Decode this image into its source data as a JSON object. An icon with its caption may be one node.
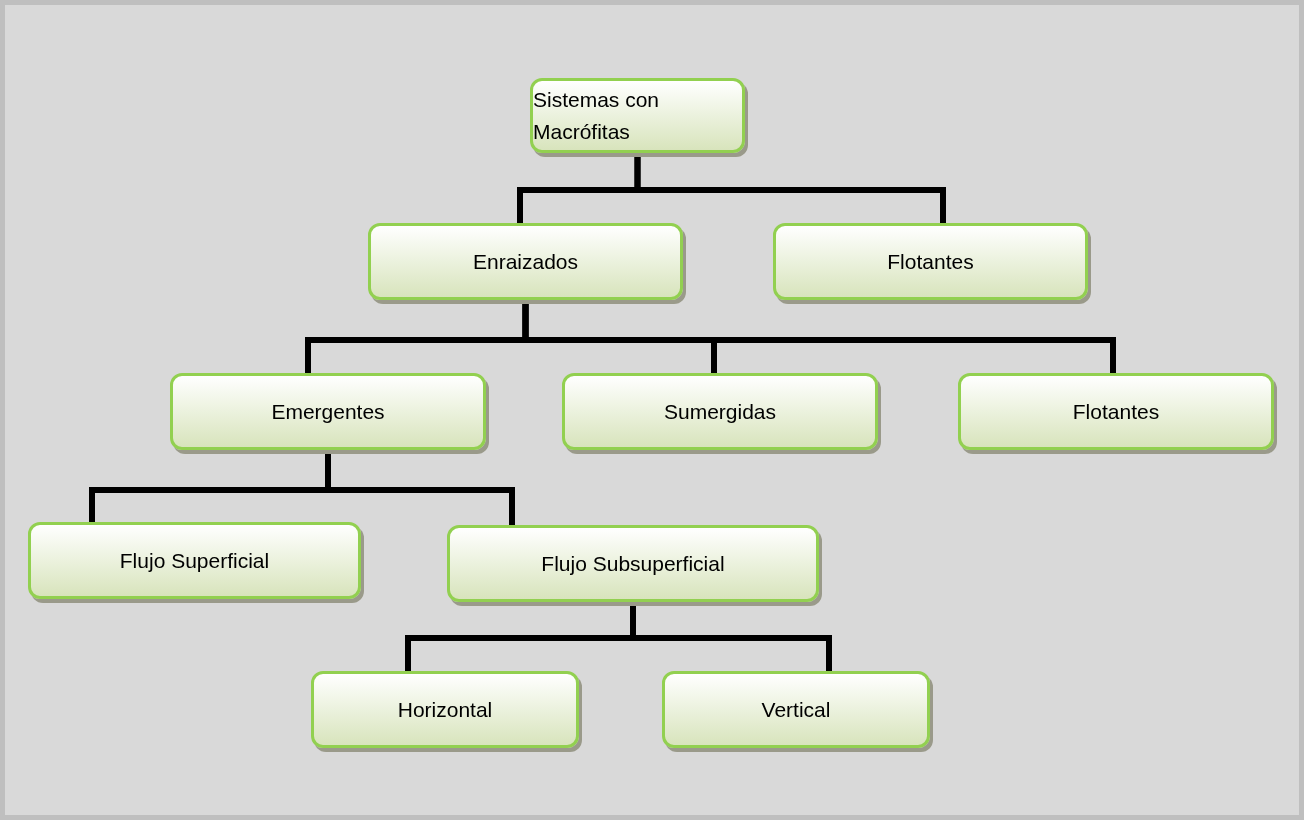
{
  "diagram": {
    "nodes": [
      {
        "text": [
          "Sistemas con Macrófitas"
        ]
      },
      {
        "text": [
          "Enraizados"
        ]
      },
      {
        "text": [
          "Flotantes"
        ]
      },
      {
        "text": [
          "Emergentes"
        ]
      },
      {
        "text": [
          "Sumergidas"
        ]
      },
      {
        "text": [
          "Flotantes"
        ]
      },
      {
        "text": [
          "Flujo Superficial"
        ]
      },
      {
        "text": [
          "Flujo Subsuperficial"
        ]
      },
      {
        "text": [
          "Horizontal"
        ]
      },
      {
        "text": [
          "Vertical"
        ]
      }
    ],
    "edges": [
      {
        "from": 0,
        "to": 1,
        "arrow": "none"
      },
      {
        "from": 0,
        "to": 2,
        "arrow": "none"
      },
      {
        "from": 1,
        "to": 3,
        "arrow": "none"
      },
      {
        "from": 1,
        "to": 4,
        "arrow": "none"
      },
      {
        "from": 1,
        "to": 5,
        "arrow": "none"
      },
      {
        "from": 3,
        "to": 6,
        "arrow": "none"
      },
      {
        "from": 3,
        "to": 7,
        "arrow": "none"
      },
      {
        "from": 7,
        "to": 8,
        "arrow": "none"
      },
      {
        "from": 7,
        "to": 9,
        "arrow": "none"
      }
    ]
  }
}
